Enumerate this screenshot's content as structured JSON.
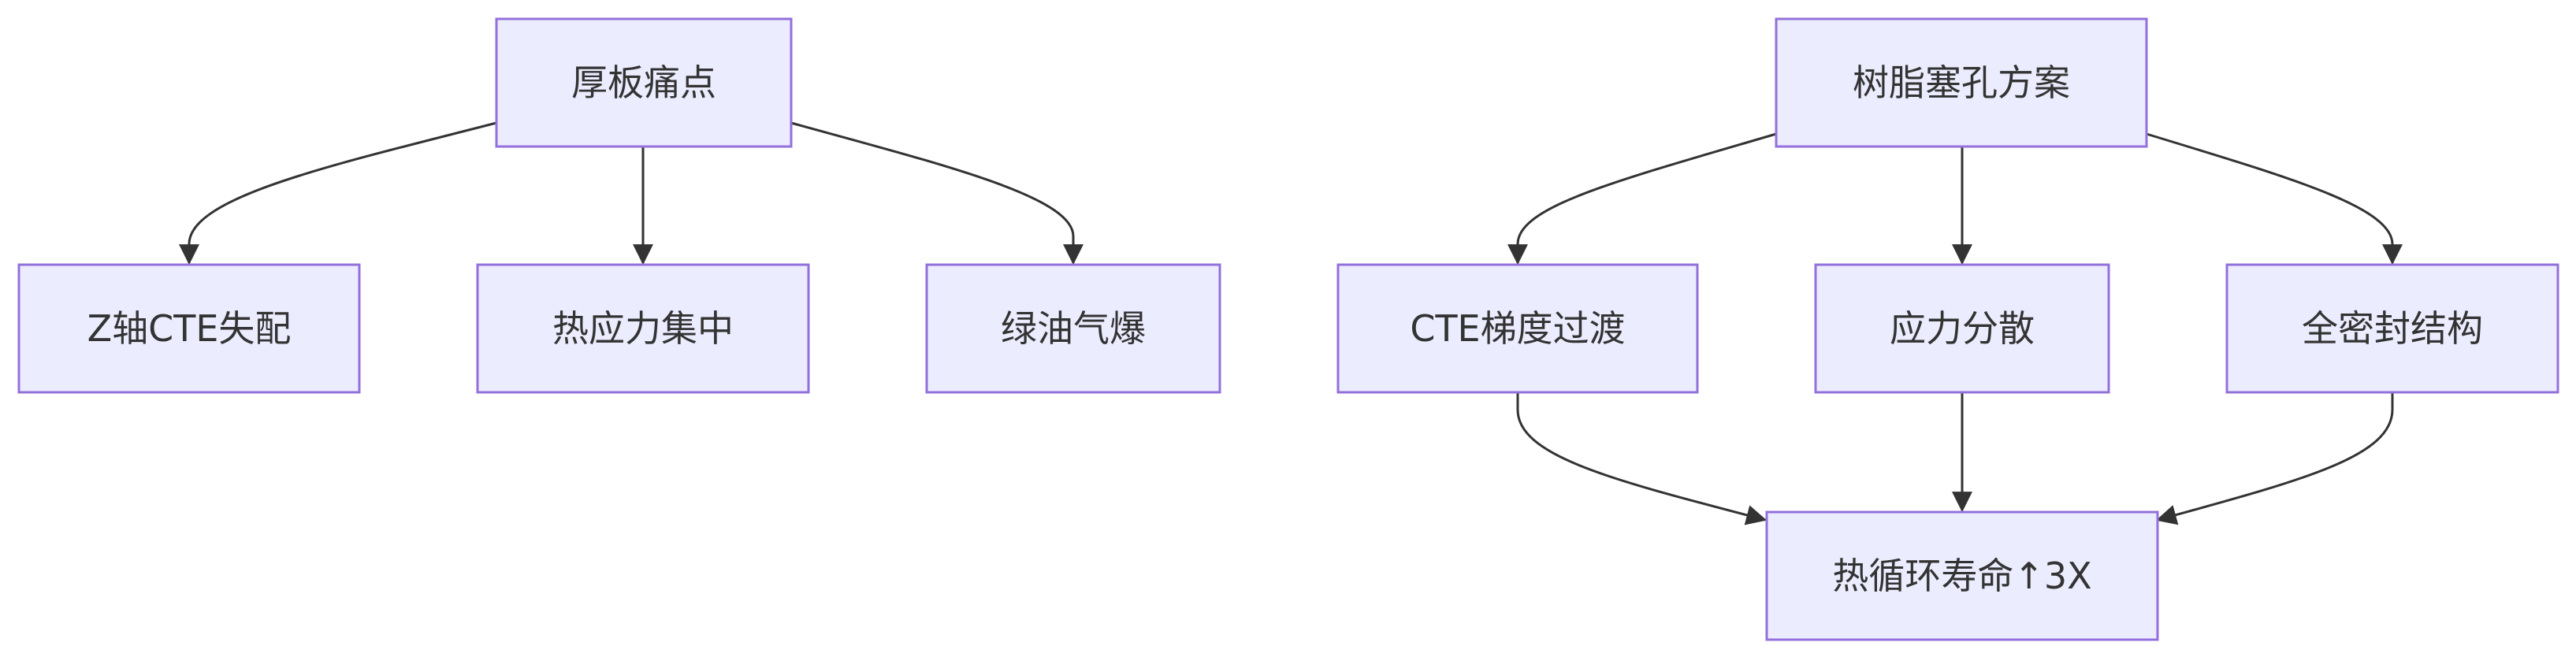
{
  "nodes": {
    "pain_root": {
      "label": "厚板痛点"
    },
    "pain_z_cte": {
      "label": "Z轴CTE失配"
    },
    "pain_stress": {
      "label": "热应力集中"
    },
    "pain_ink": {
      "label": "绿油气爆"
    },
    "sol_root": {
      "label": "树脂塞孔方案"
    },
    "sol_cte": {
      "label": "CTE梯度过渡"
    },
    "sol_stress": {
      "label": "应力分散"
    },
    "sol_seal": {
      "label": "全密封结构"
    },
    "result": {
      "label": "热循环寿命↑3X"
    }
  },
  "edges": [
    {
      "from": "厚板痛点",
      "to": "Z轴CTE失配"
    },
    {
      "from": "厚板痛点",
      "to": "热应力集中"
    },
    {
      "from": "厚板痛点",
      "to": "绿油气爆"
    },
    {
      "from": "树脂塞孔方案",
      "to": "CTE梯度过渡"
    },
    {
      "from": "树脂塞孔方案",
      "to": "应力分散"
    },
    {
      "from": "树脂塞孔方案",
      "to": "全密封结构"
    },
    {
      "from": "CTE梯度过渡",
      "to": "热循环寿命↑3X"
    },
    {
      "from": "应力分散",
      "to": "热循环寿命↑3X"
    },
    {
      "from": "全密封结构",
      "to": "热循环寿命↑3X"
    }
  ],
  "colors": {
    "node_fill": "#ECECFF",
    "node_stroke": "#9370DB",
    "edge": "#333333",
    "text": "#333333"
  }
}
